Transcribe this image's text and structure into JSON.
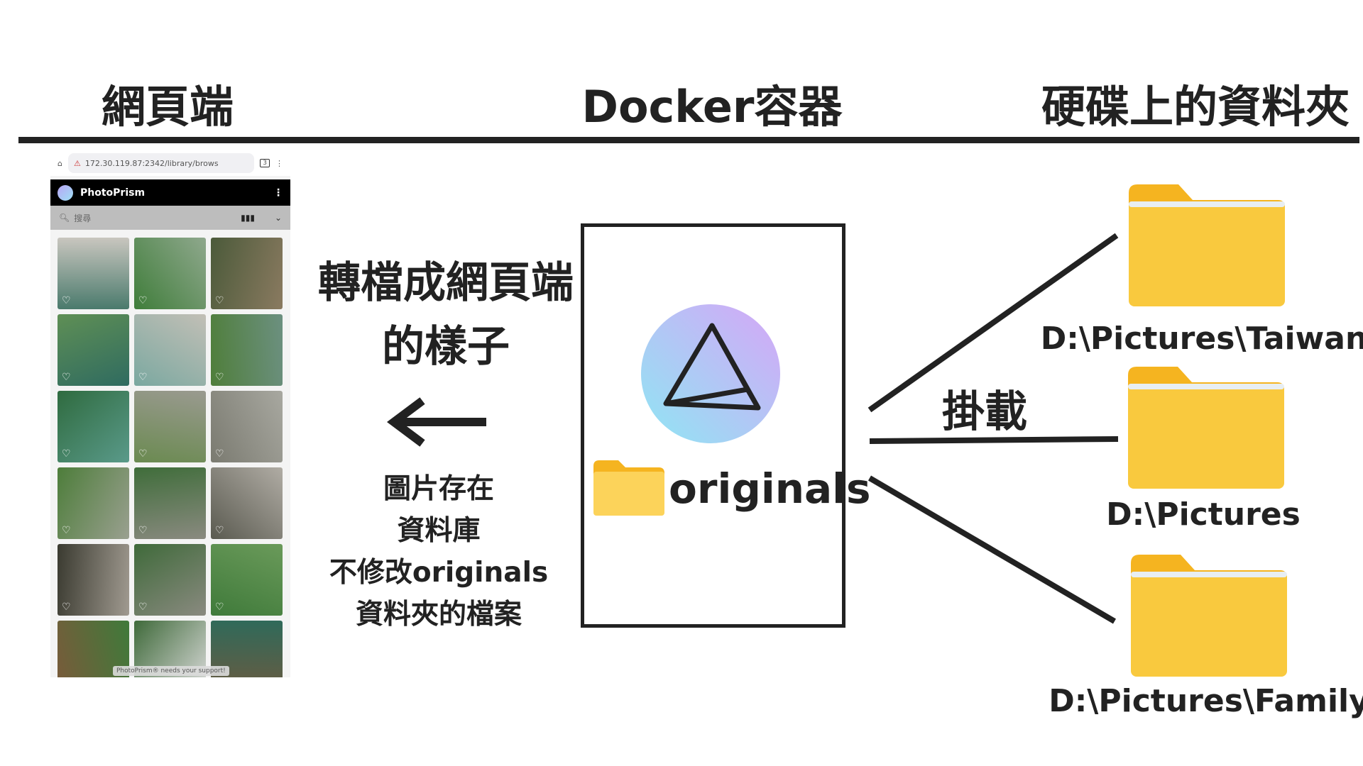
{
  "headers": {
    "web": "網頁端",
    "docker": "Docker容器",
    "disk": "硬碟上的資料夾"
  },
  "phone": {
    "url": "172.30.119.87:2342/library/brows",
    "tab_count": "3",
    "app_name": "PhotoPrism",
    "search_placeholder": "搜尋",
    "support_banner": "PhotoPrism® needs your support!"
  },
  "middle": {
    "convert_line1": "轉檔成網頁端",
    "convert_line2": "的樣子",
    "note_lines": [
      "圖片存在",
      "資料庫",
      "不修改originals",
      "資料夾的檔案"
    ]
  },
  "container": {
    "folder_label": "originals"
  },
  "mount_label": "掛載",
  "folders": [
    {
      "label": "D:\\Pictures\\Taiwan"
    },
    {
      "label": "D:\\Pictures"
    },
    {
      "label": "D:\\Pictures\\Family"
    }
  ],
  "colors": {
    "folder": "#f9c93e",
    "folder_tab": "#f5b420",
    "line": "#222222"
  }
}
